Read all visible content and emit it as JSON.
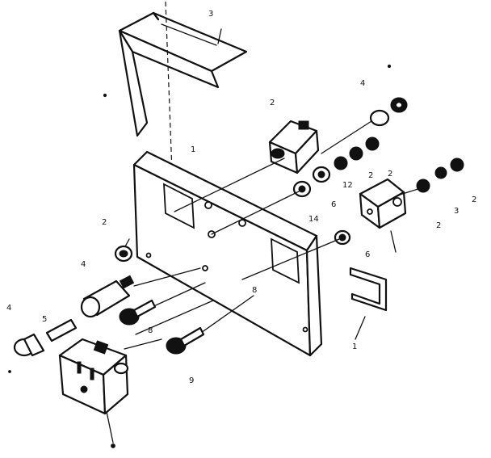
{
  "colors": {
    "ink": "#111111",
    "paper": "#ffffff"
  },
  "callouts": [
    {
      "id": "c3",
      "text": "3"
    },
    {
      "id": "c2a",
      "text": "2"
    },
    {
      "id": "c4a",
      "text": "4"
    },
    {
      "id": "c1a",
      "text": "1"
    },
    {
      "id": "c2b",
      "text": "2"
    },
    {
      "id": "c6a",
      "text": "6"
    },
    {
      "id": "c2c",
      "text": "2"
    },
    {
      "id": "c12",
      "text": "12"
    },
    {
      "id": "c2d",
      "text": "2"
    },
    {
      "id": "c14",
      "text": "14"
    },
    {
      "id": "c2e",
      "text": "2"
    },
    {
      "id": "c3b",
      "text": "3"
    },
    {
      "id": "c2f",
      "text": "2"
    },
    {
      "id": "c5a",
      "text": "5"
    },
    {
      "id": "c4b",
      "text": "4"
    },
    {
      "id": "c8a",
      "text": "8"
    },
    {
      "id": "c4c",
      "text": "4"
    },
    {
      "id": "c8b",
      "text": "8"
    },
    {
      "id": "c9a",
      "text": "9"
    },
    {
      "id": "c1b",
      "text": "1"
    },
    {
      "id": "c6b",
      "text": "6"
    }
  ]
}
